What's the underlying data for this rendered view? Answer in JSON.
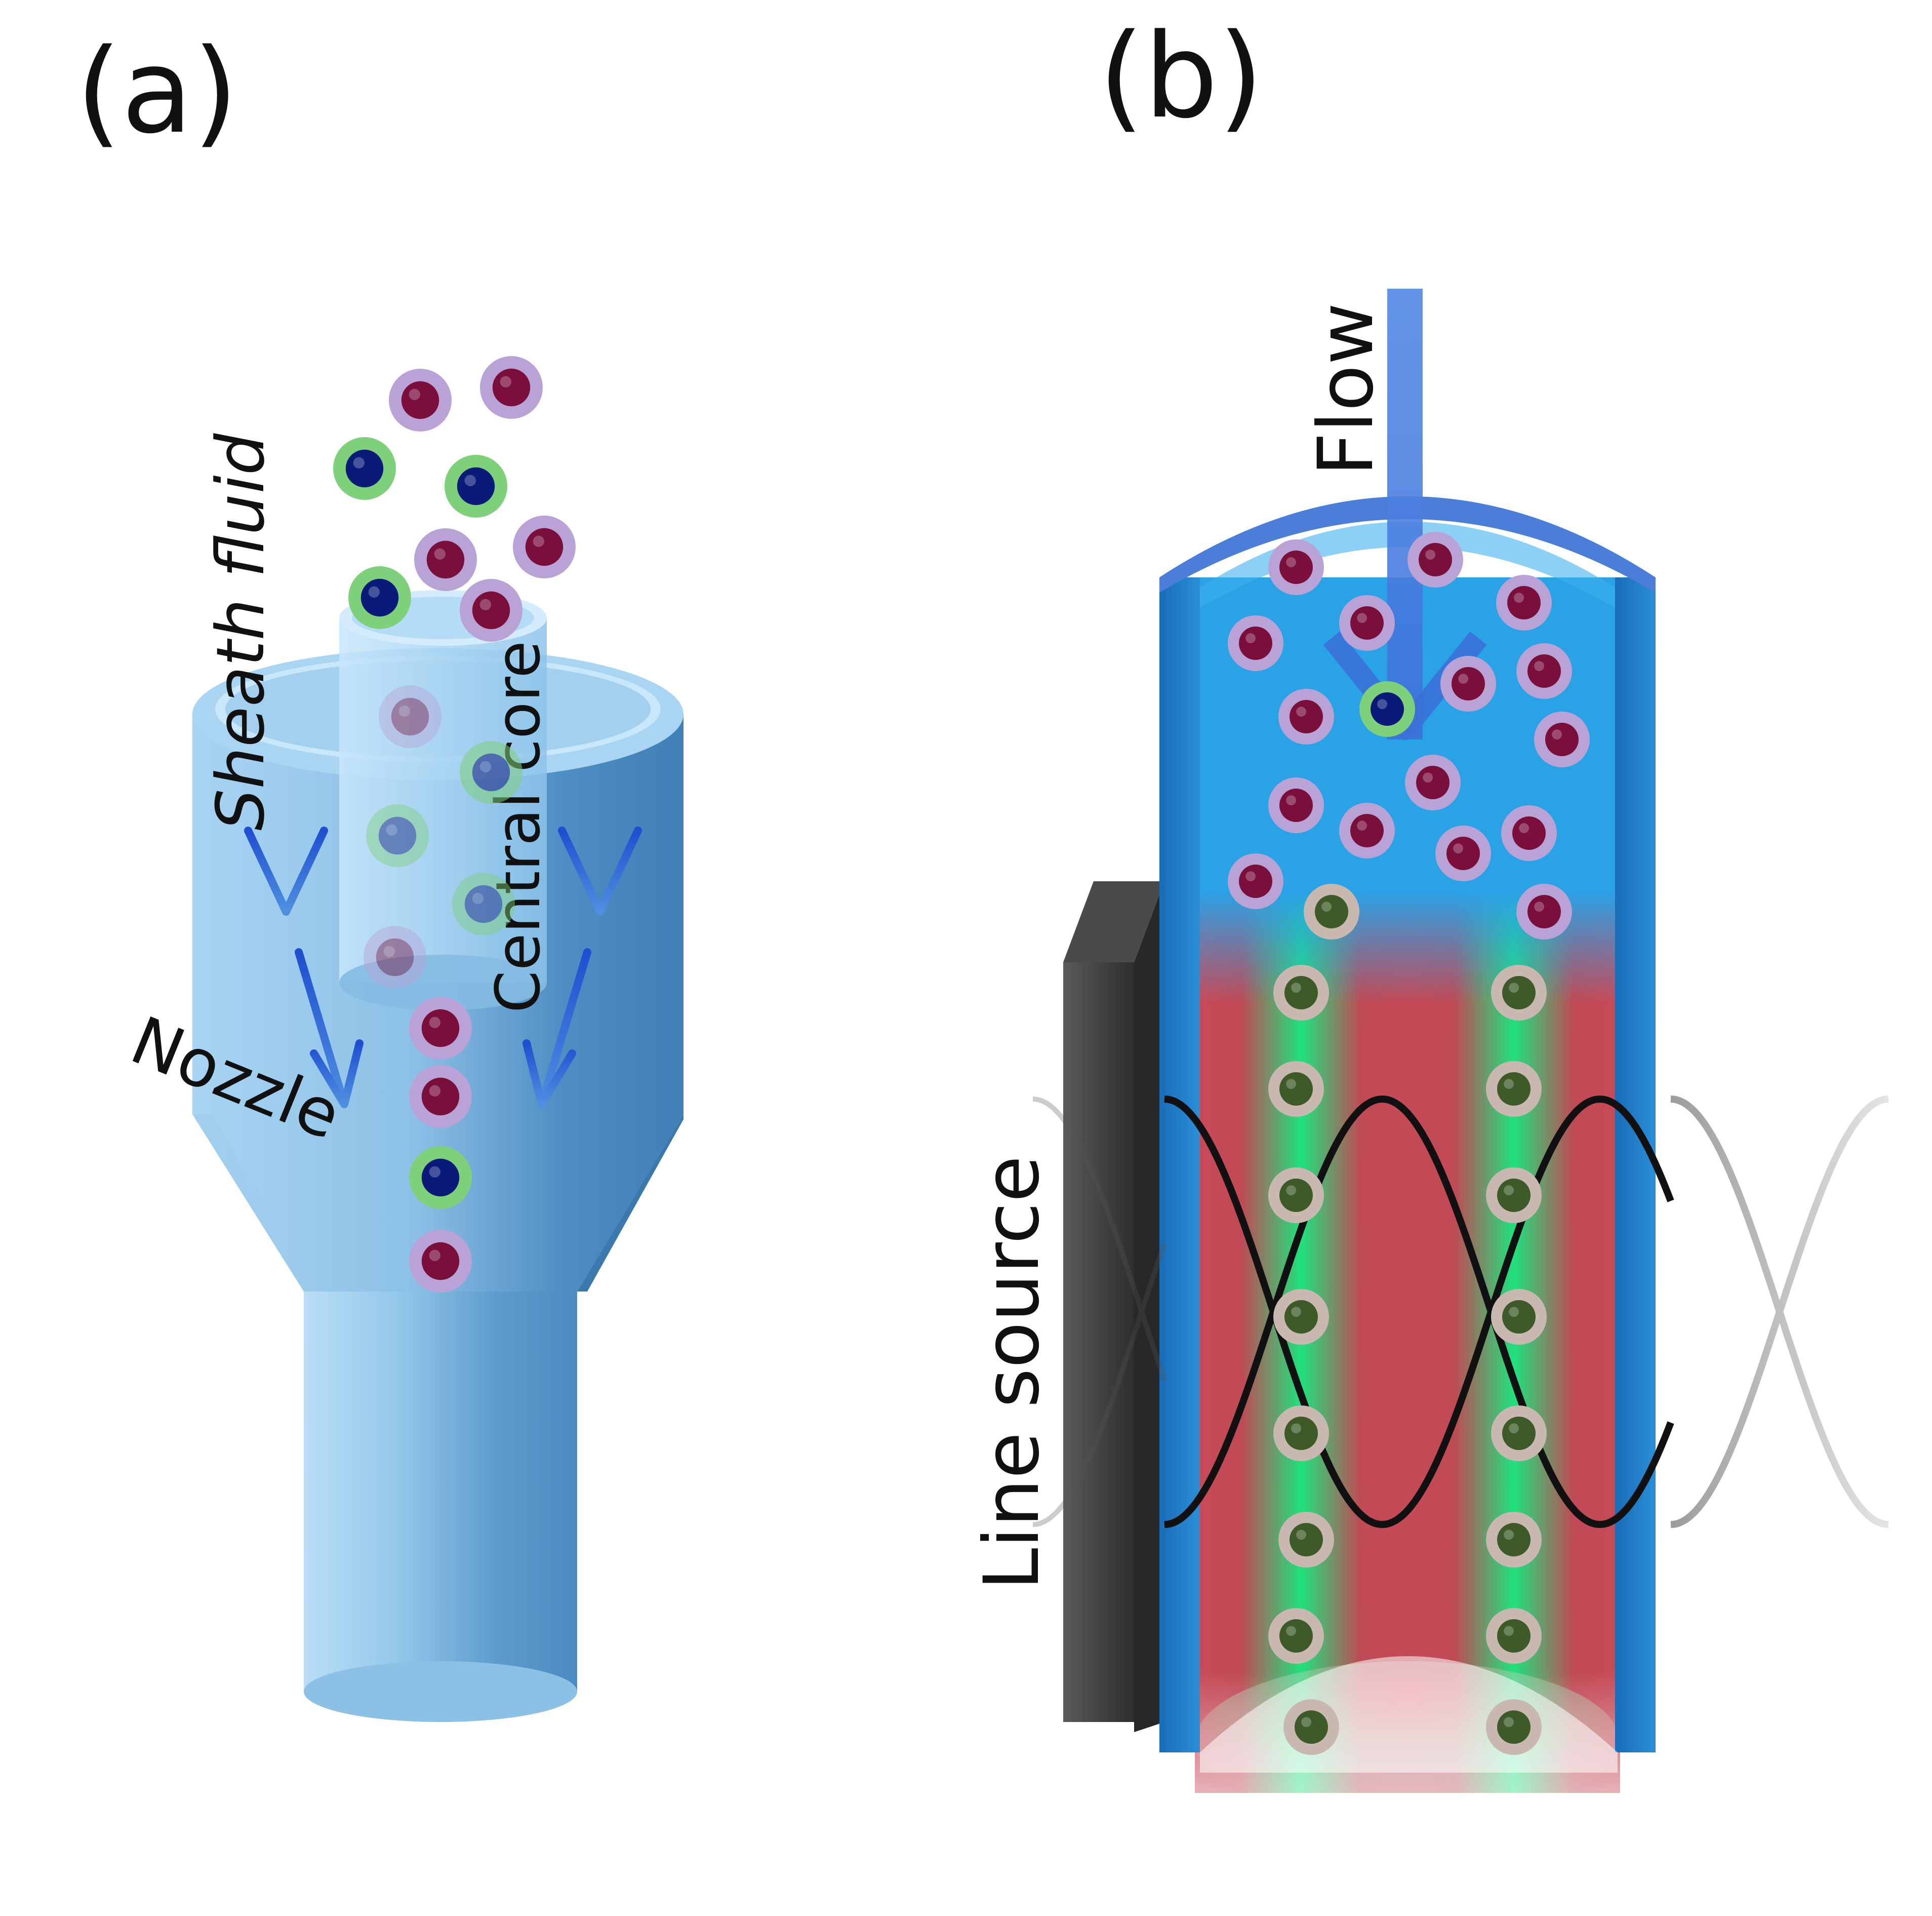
{
  "panel_a": {
    "label": "(a)",
    "sheath_label": "Sheath fluid",
    "core_label": "Central core",
    "nozzle_label": "Nozzle"
  },
  "panel_b": {
    "label": "(b)",
    "flow_label": "Flow",
    "source_label": "Line source"
  },
  "colors": {
    "tube_light": "#b7dcf4",
    "tube_mid": "#8fc3e6",
    "tube_dark": "#4d8fc4",
    "channel_blue": "#2a9de3",
    "channel_dark": "#1c6fb8",
    "arrow_blue": "#2656d4",
    "cell_red": "#7a0f3c",
    "cell_blue": "#0a1a78",
    "node_red": "#c24050",
    "antinode_green": "#1ee080",
    "wave_black": "#111111",
    "transducer": "#3c3c3c"
  }
}
